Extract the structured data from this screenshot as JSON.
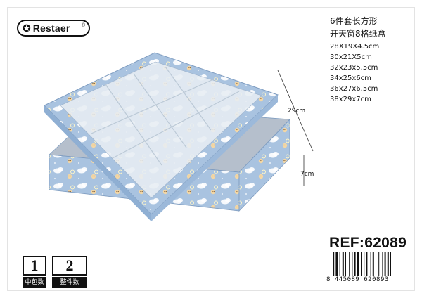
{
  "brand": {
    "name": "Restaer",
    "star_icon": "star-icon",
    "registered_mark": "®"
  },
  "product": {
    "title_line1": "6件套长方形",
    "title_line2": "开天窗8格纸盒",
    "sizes": [
      "28X19X4.5cm",
      "30x21X5cm",
      "32x23x5.5cm",
      "34x25x6cm",
      "36x27x6.5cm",
      "38x29x7cm"
    ]
  },
  "dimensions": {
    "width": "29cm",
    "height": "7cm"
  },
  "packing": {
    "inner": {
      "value": "1",
      "label": "中包数"
    },
    "outer": {
      "value": "2",
      "label": "整件数"
    }
  },
  "reference": "REF:62089",
  "barcode": {
    "digits": "8 445089 620893"
  },
  "colors": {
    "box_blue": "#a9c3e0",
    "box_blue_dark": "#8fafd3",
    "window": "#e8eef4",
    "text": "#111111"
  }
}
